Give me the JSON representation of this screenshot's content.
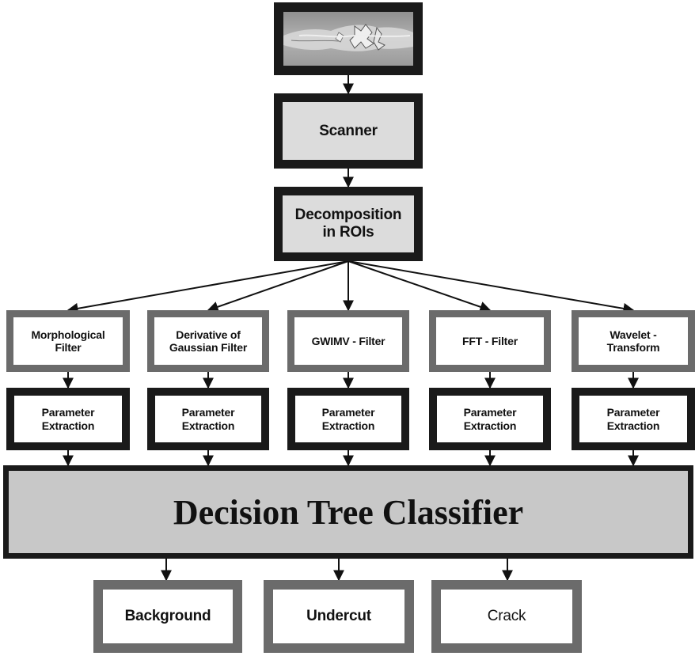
{
  "image_node": {
    "icon": "weld-seam-image"
  },
  "scanner": {
    "label": "Scanner"
  },
  "decomposition": {
    "line1": "Decomposition",
    "line2": "in ROIs"
  },
  "filters": [
    {
      "line1": "Morphological",
      "line2": "Filter"
    },
    {
      "line1": "Derivative of",
      "line2": "Gaussian Filter"
    },
    {
      "line1": "GWIMV - Filter",
      "line2": ""
    },
    {
      "line1": "FFT - Filter",
      "line2": ""
    },
    {
      "line1": "Wavelet -",
      "line2": "Transform"
    }
  ],
  "extraction": [
    {
      "line1": "Parameter",
      "line2": "Extraction"
    },
    {
      "line1": "Parameter",
      "line2": "Extraction"
    },
    {
      "line1": "Parameter",
      "line2": "Extraction"
    },
    {
      "line1": "Parameter",
      "line2": "Extraction"
    },
    {
      "line1": "Parameter",
      "line2": "Extraction"
    }
  ],
  "classifier": {
    "label": "Decision Tree Classifier"
  },
  "outputs": [
    {
      "label": "Background"
    },
    {
      "label": "Undercut"
    },
    {
      "label": "Crack"
    }
  ],
  "colors": {
    "dark_border": "#1a1a1a",
    "grey_border": "#6b6b6b",
    "light_fill": "#dcdcdc",
    "classifier_fill": "#c8c8c8"
  }
}
